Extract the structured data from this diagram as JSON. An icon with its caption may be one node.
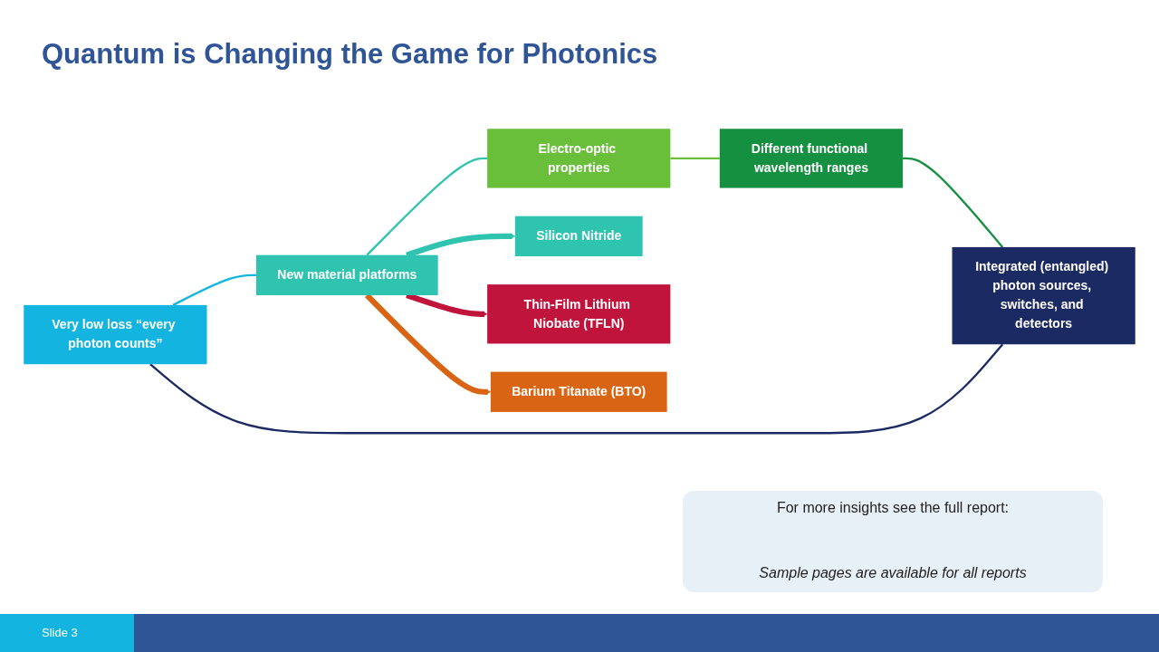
{
  "diagram": {
    "title": "Quantum is Changing the Game for Photonics",
    "nodes": [
      {
        "text": [
          "Very low loss “every photon counts”"
        ]
      },
      {
        "text": [
          "New material platforms"
        ]
      },
      {
        "text": [
          "Electro-optic properties"
        ]
      },
      {
        "text": [
          "Different functional wavelength ranges"
        ]
      },
      {
        "text": [
          "Integrated (entangled) photon sources, switches, and detectors"
        ]
      },
      {
        "text": [
          "Silicon Nitride"
        ]
      },
      {
        "text": [
          "Thin-Film Lithium Niobate (TFLN)"
        ]
      },
      {
        "text": [
          "Barium Titanate (BTO)"
        ]
      }
    ],
    "edges": [
      {
        "from": 0,
        "to": 1,
        "arrow": "none",
        "color": "#13b5e0"
      },
      {
        "from": 1,
        "to": 2,
        "arrow": "none",
        "color": "#2ec4b0"
      },
      {
        "from": 2,
        "to": 3,
        "arrow": "none",
        "color": "#6abf3a"
      },
      {
        "from": 3,
        "to": 4,
        "arrow": "none",
        "color": "#149040"
      },
      {
        "from": 4,
        "to": 0,
        "arrow": "none",
        "color": "#1b2a63"
      },
      {
        "from": 1,
        "to": 5,
        "arrow": "to",
        "style": "thick",
        "color": "#2ec4b0"
      },
      {
        "from": 1,
        "to": 6,
        "arrow": "to",
        "style": "thick",
        "color": "#c0143c"
      },
      {
        "from": 1,
        "to": 7,
        "arrow": "to",
        "style": "thick",
        "color": "#d86414"
      }
    ],
    "labels": [
      "For more insights see the full report:",
      "Sample pages are available for all reports",
      "Slide 3"
    ]
  }
}
